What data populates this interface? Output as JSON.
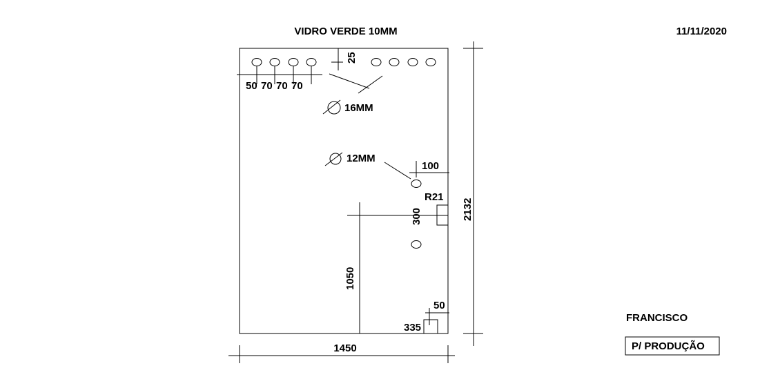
{
  "drawing": {
    "title": "VIDRO VERDE 10MM",
    "date": "11/11/2020",
    "author": "FRANCISCO",
    "stamp": "P/ PRODUÇÃO"
  },
  "dimensions": {
    "width": "1450",
    "height": "2132",
    "top_offset": "25",
    "spacing_1": "50",
    "spacing_2": "70",
    "spacing_3": "70",
    "spacing_4": "70",
    "side_offset": "100",
    "notch_height": "300",
    "notch_position": "1050",
    "bottom_notch_width": "50",
    "bottom_notch_offset": "335",
    "radius": "R21"
  },
  "callouts": {
    "large_hole": "16MM",
    "small_hole": "12MM"
  }
}
